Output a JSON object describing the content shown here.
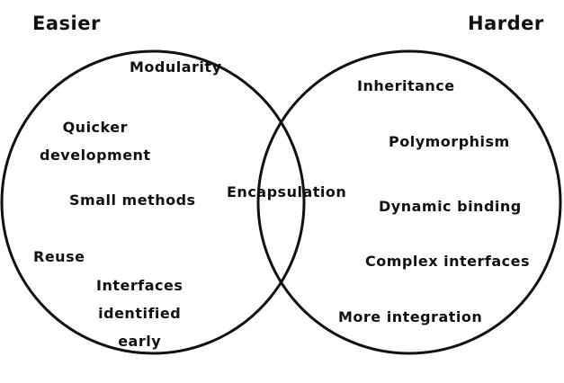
{
  "diagram": {
    "left_set": {
      "title": "Easier",
      "items": [
        "Modularity",
        "Quicker\ndevelopment",
        "Small methods",
        "Reuse",
        "Interfaces\nidentified\nearly"
      ]
    },
    "right_set": {
      "title": "Harder",
      "items": [
        "Inheritance",
        "Polymorphism",
        "Dynamic binding",
        "Complex interfaces",
        "More integration"
      ]
    },
    "intersection": {
      "items": [
        "Encapsulation"
      ]
    },
    "stroke_color": "#111111",
    "background": "#ffffff"
  }
}
